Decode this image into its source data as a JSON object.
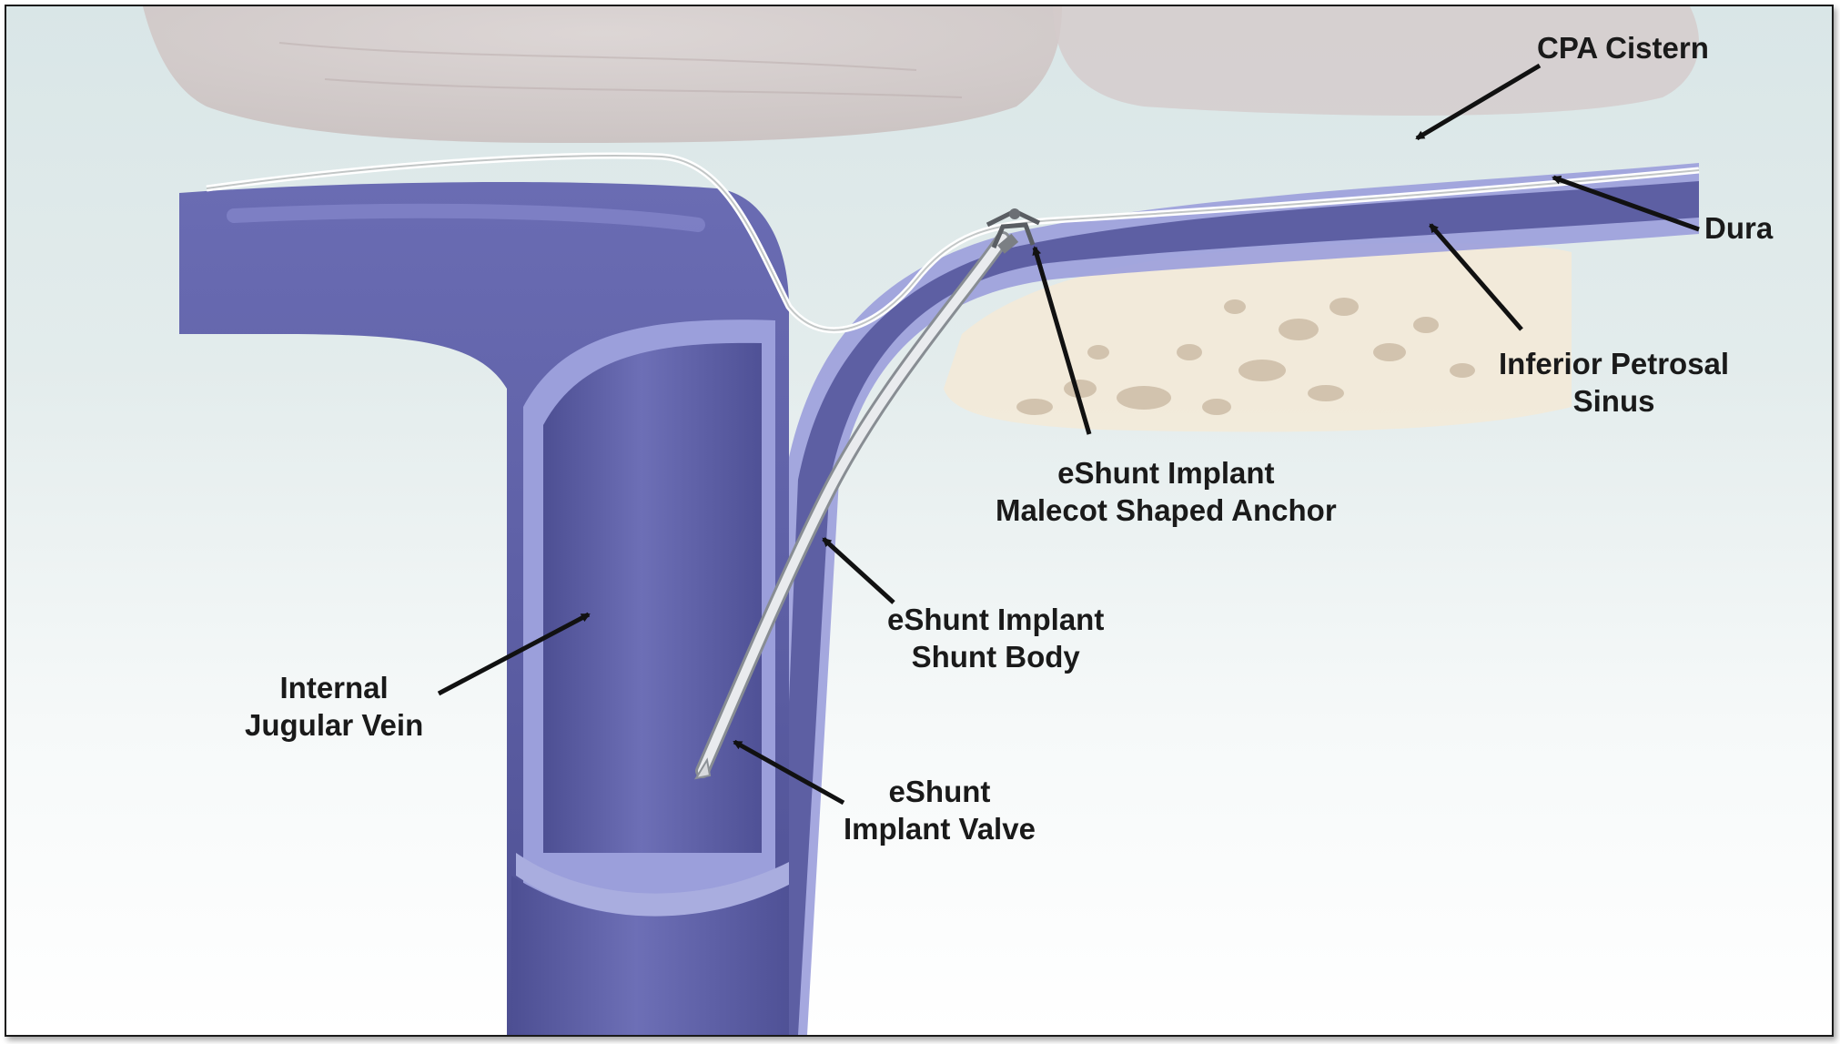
{
  "labels": {
    "cpa_cistern": "CPA Cistern",
    "dura": "Dura",
    "inferior_petrosal_sinus": [
      "Inferior Petrosal",
      "Sinus"
    ],
    "anchor": [
      "eShunt Implant",
      "Malecot Shaped Anchor"
    ],
    "shunt_body": [
      "eShunt Implant",
      "Shunt Body"
    ],
    "jugular_vein": [
      "Internal",
      "Jugular Vein"
    ],
    "valve": [
      "eShunt",
      "Implant Valve"
    ]
  },
  "colors": {
    "vein": "#5e5fa3",
    "vein_wall": "#9b9fdb",
    "dura": "#ffffff",
    "brain": "#d6cdcc",
    "bone": "#efe6d6",
    "background": "#e6efef",
    "arrow": "#111111"
  }
}
